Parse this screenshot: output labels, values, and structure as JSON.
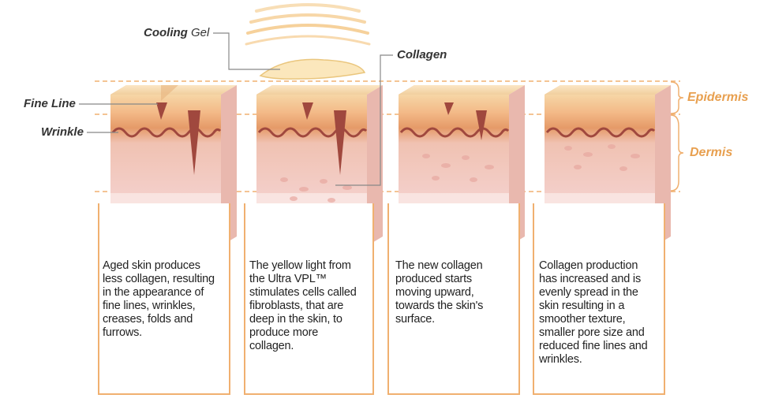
{
  "labels": {
    "cooling_gel_bold": "Cooling",
    "cooling_gel_rest": "Gel",
    "collagen": "Collagen",
    "fine_line": "Fine Line",
    "wrinkle": "Wrinkle",
    "epidermis": "Epidermis",
    "dermis": "Dermis"
  },
  "stages": [
    {
      "text": "Aged skin produces\nless collagen, resulting\nin the appearance of\nfine lines, wrinkles,\ncreases, folds and\nfurrows."
    },
    {
      "text": "The yellow light from\nthe Ultra VPL™\nstimulates cells called\nfibroblasts, that are\ndeep in the skin, to\nproduce more\ncollagen."
    },
    {
      "text": "The new collagen\nproduced starts\nmoving upward,\ntowards the skin's\nsurface."
    },
    {
      "text": "Collagen production\nhas increased and is\nevenly spread in the\nskin resulting in a\nsmoother texture,\nsmaller pore size and\nreduced fine lines and\nwrinkles."
    }
  ],
  "colors": {
    "accent_orange": "#f0b070",
    "label_orange": "#e8a050",
    "skin_surface": "#f6d6a6",
    "epidermis_band": "#e59a68",
    "dermis": "#f2c5c0",
    "wrinkle_dark": "#a0483e"
  }
}
